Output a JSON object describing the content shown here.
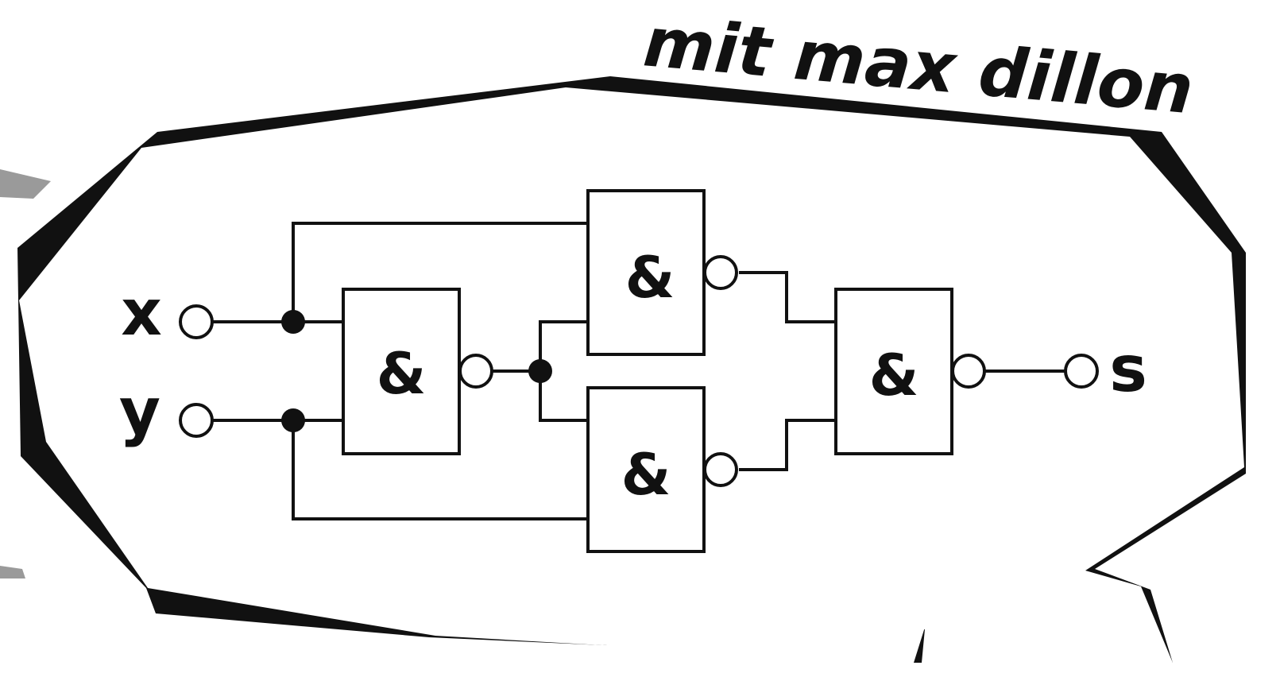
{
  "title": "mit max dillon",
  "inputs": {
    "x": "x",
    "y": "y"
  },
  "output": {
    "s": "s"
  },
  "gates": [
    {
      "id": "g1",
      "symbol": "&"
    },
    {
      "id": "g2",
      "symbol": "&"
    },
    {
      "id": "g3",
      "symbol": "&"
    },
    {
      "id": "g4",
      "symbol": "&"
    }
  ],
  "colors": {
    "ink": "#111111",
    "background": "#ffffff",
    "shadow_gray": "#9a9a9a"
  }
}
